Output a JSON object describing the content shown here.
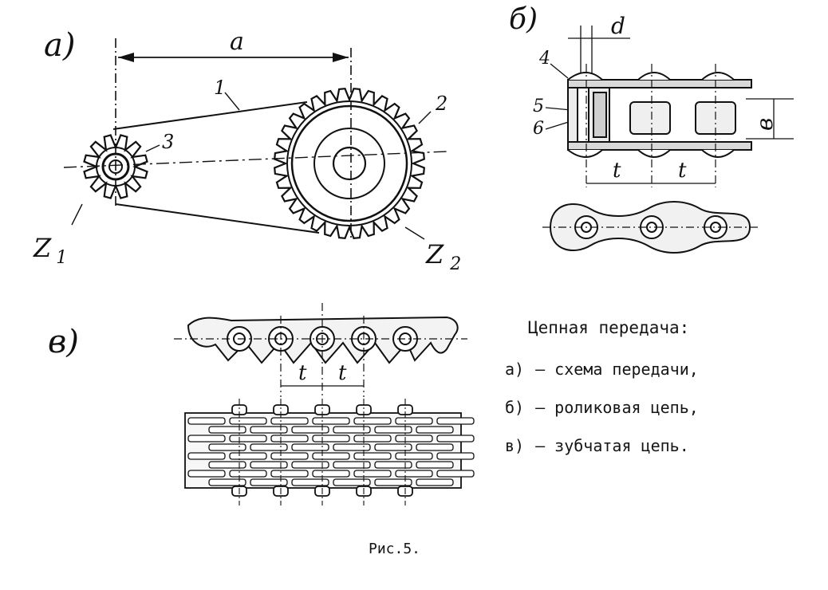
{
  "panels": {
    "a": {
      "label": "a)",
      "center_distance": "a",
      "chain_number": "1",
      "large_sprocket_number": "2",
      "small_sprocket_number": "3",
      "z1_base": "Z",
      "z1_sub": "1",
      "z2_base": "Z",
      "z2_sub": "2"
    },
    "b": {
      "label": "б)",
      "dim_d": "d",
      "dim_b": "в",
      "pitch_1": "t",
      "pitch_2": "t",
      "num_4": "4",
      "num_5": "5",
      "num_6": "6"
    },
    "c": {
      "label": "в)",
      "pitch_1": "t",
      "pitch_2": "t"
    }
  },
  "caption": {
    "title": "Цепная передача:",
    "items": [
      {
        "marker": "а)",
        "text": "– схема передачи,"
      },
      {
        "marker": "б)",
        "text": "– роликовая цепь,"
      },
      {
        "marker": "в)",
        "text": "– зубчатая цепь."
      }
    ]
  },
  "figure_caption": "Рис.5."
}
